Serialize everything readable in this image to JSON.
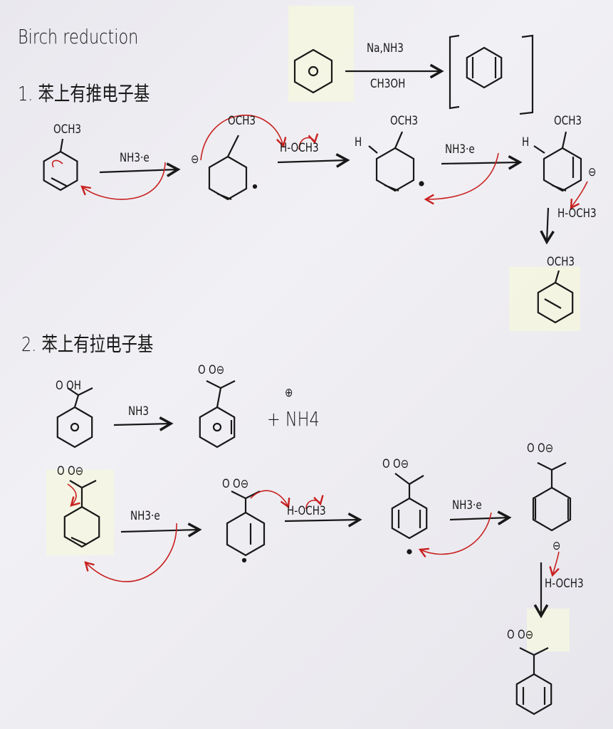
{
  "title": "Birch reduction",
  "section1": {
    "heading": "1. 苯上有推电子基",
    "general": {
      "reagent_top": "Na,NH3",
      "reagent_bottom": "CH3OH"
    },
    "substituent": "OCH3",
    "step1_reagent": "NH3·e",
    "step2_reagent": "H-OCH3",
    "step3_reagent": "NH3·e",
    "step4_reagent": "H-OCH3",
    "hydrogen": "H",
    "charge_minus": "⊖"
  },
  "section2": {
    "heading": "2. 苯上有拉电子基",
    "acid_label": "O OH",
    "carboxylate_label": "O O⊖",
    "deprotonation_reagent": "NH3",
    "ammonium": "+ NH4",
    "ammonium_charge": "⊕",
    "step1_reagent": "NH3·e",
    "step2_reagent": "H-OCH3",
    "step3_reagent": "NH3·e",
    "step4_reagent": "H-OCH3",
    "charge_minus": "⊖"
  },
  "colors": {
    "ink": "#181818",
    "red_arrow": "#c8201f",
    "tape": "#f5f6e1"
  }
}
